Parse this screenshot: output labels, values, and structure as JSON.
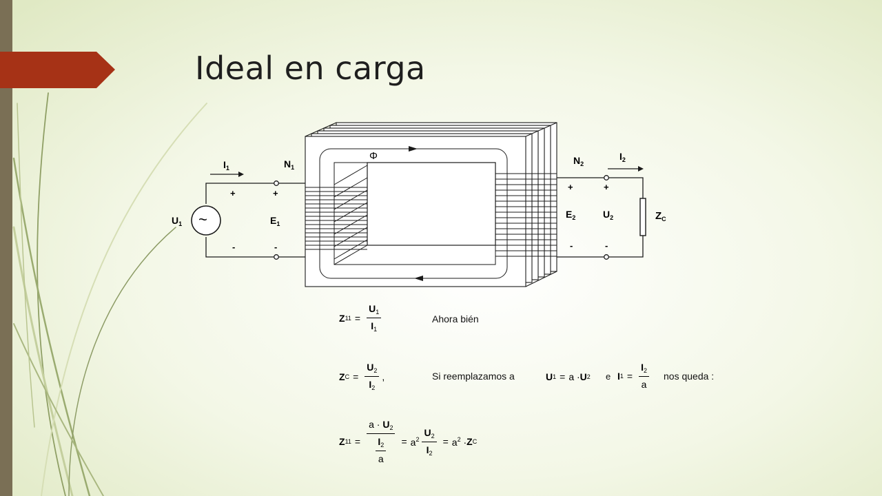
{
  "slide": {
    "title": "Ideal en carga"
  },
  "diagram": {
    "I1": "I",
    "I1_sub": "1",
    "N1": "N",
    "N1_sub": "1",
    "U1": "U",
    "U1_sub": "1",
    "E1": "E",
    "E1_sub": "1",
    "phi": "Φ",
    "N2": "N",
    "N2_sub": "2",
    "I2": "I",
    "I2_sub": "2",
    "E2": "E",
    "E2_sub": "2",
    "U2": "U",
    "U2_sub": "2",
    "Zc": "Z",
    "Zc_sub": "C",
    "plus": "+",
    "minus": "-",
    "source_symbol": "~"
  },
  "equations": {
    "text_ahora": "Ahora bién",
    "text_si": "Si reemplazamos a",
    "text_e": "e",
    "text_nos": "nos queda :"
  },
  "colors": {
    "accent": "#a63216",
    "sidebar": "#7a6f55",
    "background": "#eef3dc"
  }
}
